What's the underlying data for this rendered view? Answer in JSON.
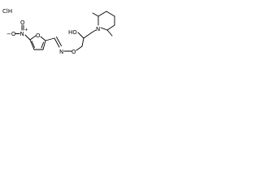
{
  "structure": {
    "salt_label": "ClH",
    "atoms": {
      "nitro_oxygen_minus": "−O",
      "nitro_nitrogen": "N",
      "nitro_plus": "+",
      "nitro_oxygen": "O",
      "furan_oxygen": "O",
      "oxime_nitrogen": "N",
      "ether_oxygen": "O",
      "hydroxyl": "HO",
      "ring_nitrogen": "N"
    }
  }
}
